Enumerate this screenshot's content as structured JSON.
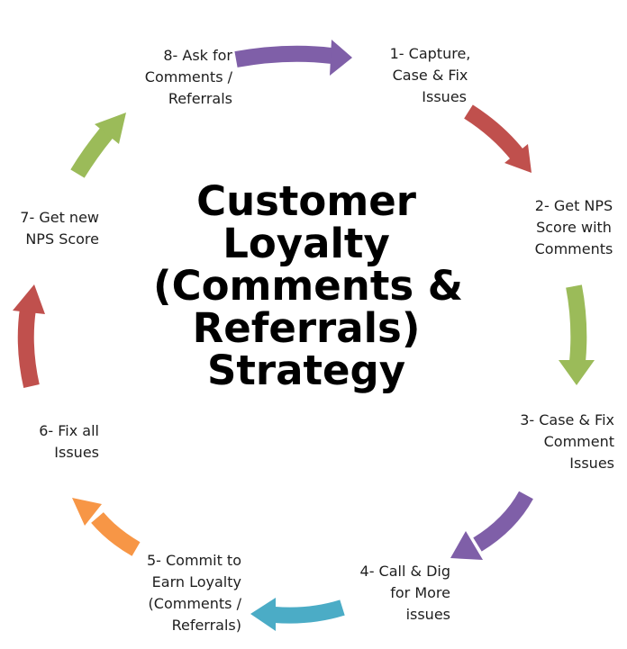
{
  "title_lines": [
    "Customer",
    "Loyalty",
    "(Comments &",
    "Referrals)",
    "Strategy"
  ],
  "steps": [
    {
      "lines": [
        "1- Capture,",
        "Case & Fix",
        "Issues"
      ]
    },
    {
      "lines": [
        "2- Get NPS",
        "Score with",
        "Comments"
      ]
    },
    {
      "lines": [
        "3- Case & Fix",
        "Comment",
        "Issues"
      ]
    },
    {
      "lines": [
        "4- Call & Dig",
        "for More",
        "issues"
      ]
    },
    {
      "lines": [
        "5- Commit to",
        "Earn Loyalty",
        "(Comments /",
        "Referrals)"
      ]
    },
    {
      "lines": [
        "6- Fix all",
        "Issues"
      ]
    },
    {
      "lines": [
        "7- Get new",
        "NPS Score"
      ]
    },
    {
      "lines": [
        "8- Ask for",
        "Comments /",
        "Referrals"
      ]
    }
  ],
  "colors": {
    "purple": "#7f5fa8",
    "red": "#c0504d",
    "green": "#9bbb59",
    "blue": "#4bacc6",
    "orange": "#f79646",
    "text": "#1e1e1e",
    "title": "#000000"
  },
  "arrows": [
    {
      "from_step": 8,
      "to_step": 1,
      "color": "purple",
      "icon": "arrow-right-icon"
    },
    {
      "from_step": 1,
      "to_step": 2,
      "color": "red",
      "icon": "arrow-down-right-icon"
    },
    {
      "from_step": 2,
      "to_step": 3,
      "color": "green",
      "icon": "arrow-down-icon"
    },
    {
      "from_step": 3,
      "to_step": 4,
      "color": "purple",
      "icon": "arrow-down-left-icon"
    },
    {
      "from_step": 4,
      "to_step": 5,
      "color": "blue",
      "icon": "arrow-left-icon"
    },
    {
      "from_step": 5,
      "to_step": 6,
      "color": "orange",
      "icon": "arrow-up-left-icon"
    },
    {
      "from_step": 6,
      "to_step": 7,
      "color": "red",
      "icon": "arrow-up-icon"
    },
    {
      "from_step": 7,
      "to_step": 8,
      "color": "green",
      "icon": "arrow-up-right-icon"
    }
  ]
}
